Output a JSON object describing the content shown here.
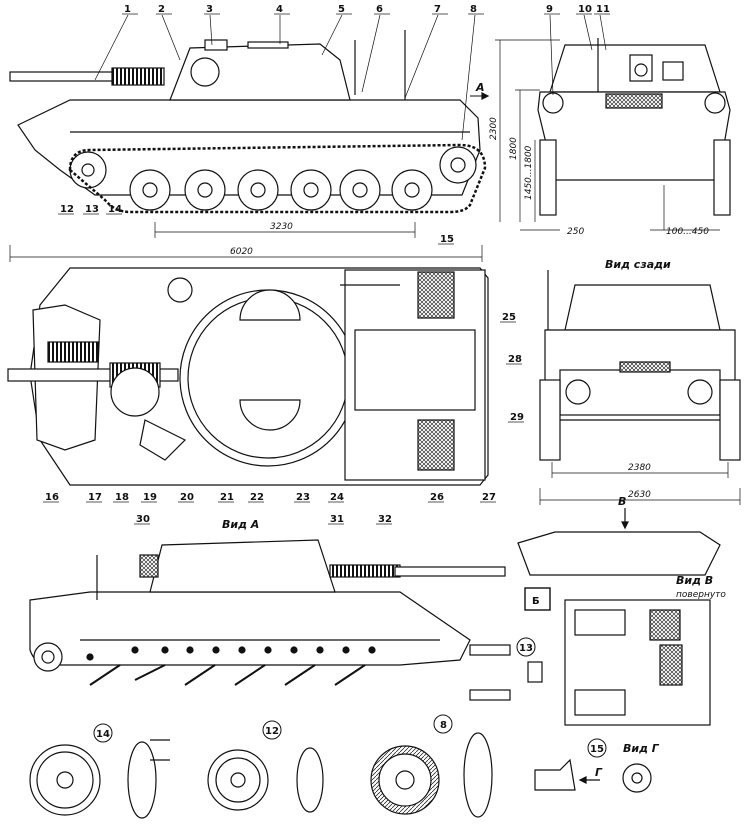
{
  "callouts": [
    "1",
    "2",
    "3",
    "4",
    "5",
    "6",
    "7",
    "8",
    "9",
    "10",
    "11",
    "12",
    "13",
    "14",
    "15",
    "16",
    "17",
    "18",
    "19",
    "20",
    "21",
    "22",
    "23",
    "24",
    "25",
    "26",
    "27",
    "28",
    "29",
    "30",
    "31",
    "32"
  ],
  "dimensions": {
    "length_overall": "6020",
    "track_base": "3230",
    "height_2300": "2300",
    "height_1800": "1800",
    "height_1450": "1450...1800",
    "clearance_250": "250",
    "clearance_100": "100...450",
    "width_2380": "2380",
    "width_2630": "2630"
  },
  "captions": {
    "view_rear": "Вид сзади",
    "view_a": "Вид А",
    "view_b": "Вид В",
    "view_b_note": "повернуто",
    "view_g": "Вид Г",
    "mark_a": "А",
    "mark_b_box": "Б",
    "mark_v": "В",
    "mark_g": "Г"
  },
  "detail_numbers": [
    "14",
    "12",
    "8",
    "13",
    "15"
  ]
}
